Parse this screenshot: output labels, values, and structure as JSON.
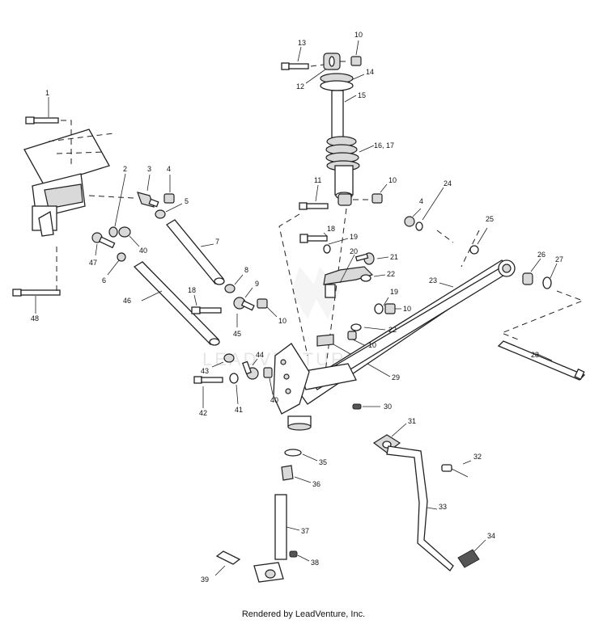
{
  "diagram": {
    "watermark": "LEADVENTURE",
    "footer": "Rendered by LeadVenture, Inc.",
    "callouts": {
      "c1": "1",
      "c2": "2",
      "c3": "3",
      "c4a": "4",
      "c4b": "4",
      "c5": "5",
      "c6": "6",
      "c7": "7",
      "c8": "8",
      "c9": "9",
      "c10a": "10",
      "c10b": "10",
      "c10c": "10",
      "c10d": "10",
      "c10e": "10",
      "c11": "11",
      "c12": "12",
      "c13": "13",
      "c14": "14",
      "c15": "15",
      "c1617": "16, 17",
      "c18a": "18",
      "c18b": "18",
      "c19a": "19",
      "c19b": "19",
      "c20": "20",
      "c21": "21",
      "c22a": "22",
      "c22b": "22",
      "c23": "23",
      "c24": "24",
      "c25": "25",
      "c26": "26",
      "c27": "27",
      "c28": "28",
      "c29": "29",
      "c30": "30",
      "c31": "31",
      "c32": "32",
      "c33": "33",
      "c34": "34",
      "c35": "35",
      "c36": "36",
      "c37": "37",
      "c38": "38",
      "c39": "39",
      "c40a": "40",
      "c40b": "40",
      "c41": "41",
      "c42": "42",
      "c43": "43",
      "c44": "44",
      "c45": "45",
      "c46": "46",
      "c47": "47",
      "c48": "48"
    }
  }
}
